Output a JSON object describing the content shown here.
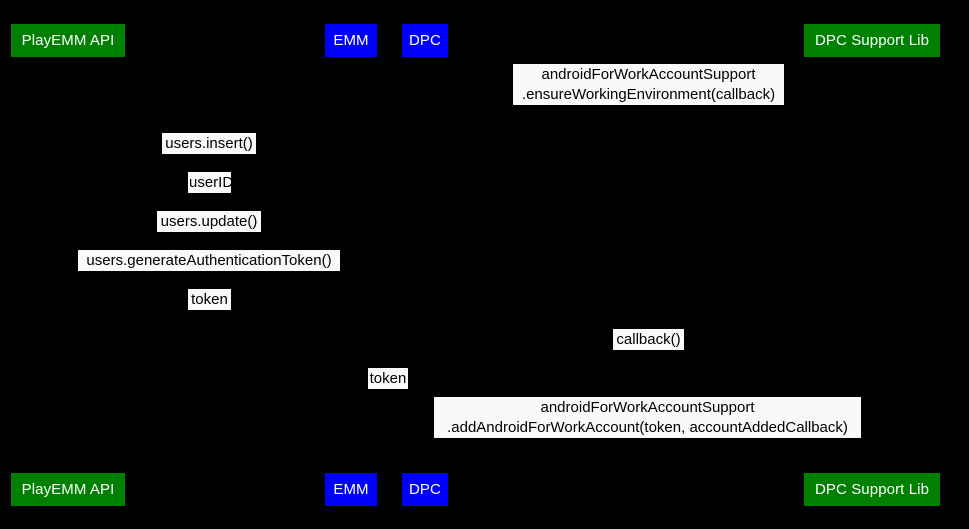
{
  "diagram": {
    "title": "Android for Work account setup sequence",
    "background_color": "#000000",
    "actor_label_color": "#ffffff",
    "message_label_background": "#f9f9f9",
    "message_label_color": "#000000",
    "colors": {
      "green": "#008000",
      "blue": "#0000ff"
    }
  },
  "lifelines_top": [
    {
      "id": "playemm-api",
      "label": "PlayEMM API",
      "color": "green"
    },
    {
      "id": "emm",
      "label": "EMM",
      "color": "blue"
    },
    {
      "id": "dpc",
      "label": "DPC",
      "color": "blue"
    },
    {
      "id": "dpc-support-lib",
      "label": "DPC Support Lib",
      "color": "green"
    }
  ],
  "lifelines_bottom": [
    {
      "id": "playemm-api",
      "label": "PlayEMM API",
      "color": "green"
    },
    {
      "id": "emm",
      "label": "EMM",
      "color": "blue"
    },
    {
      "id": "dpc",
      "label": "DPC",
      "color": "blue"
    },
    {
      "id": "dpc-support-lib",
      "label": "DPC Support Lib",
      "color": "green"
    }
  ],
  "messages": [
    {
      "id": "ensure-working-environment",
      "line1": "androidForWorkAccountSupport",
      "line2": ".ensureWorkingEnvironment(callback)"
    },
    {
      "id": "users-insert",
      "line1": "users.insert()"
    },
    {
      "id": "user-id",
      "line1": "userID"
    },
    {
      "id": "users-update",
      "line1": "users.update()"
    },
    {
      "id": "generate-auth-token",
      "line1": "users.generateAuthenticationToken()"
    },
    {
      "id": "token-upper",
      "line1": "token"
    },
    {
      "id": "callback",
      "line1": "callback()"
    },
    {
      "id": "token-lower",
      "line1": "token"
    },
    {
      "id": "add-android-for-work-account",
      "line1": "androidForWorkAccountSupport",
      "line2": ".addAndroidForWorkAccount(token, accountAddedCallback)"
    }
  ]
}
